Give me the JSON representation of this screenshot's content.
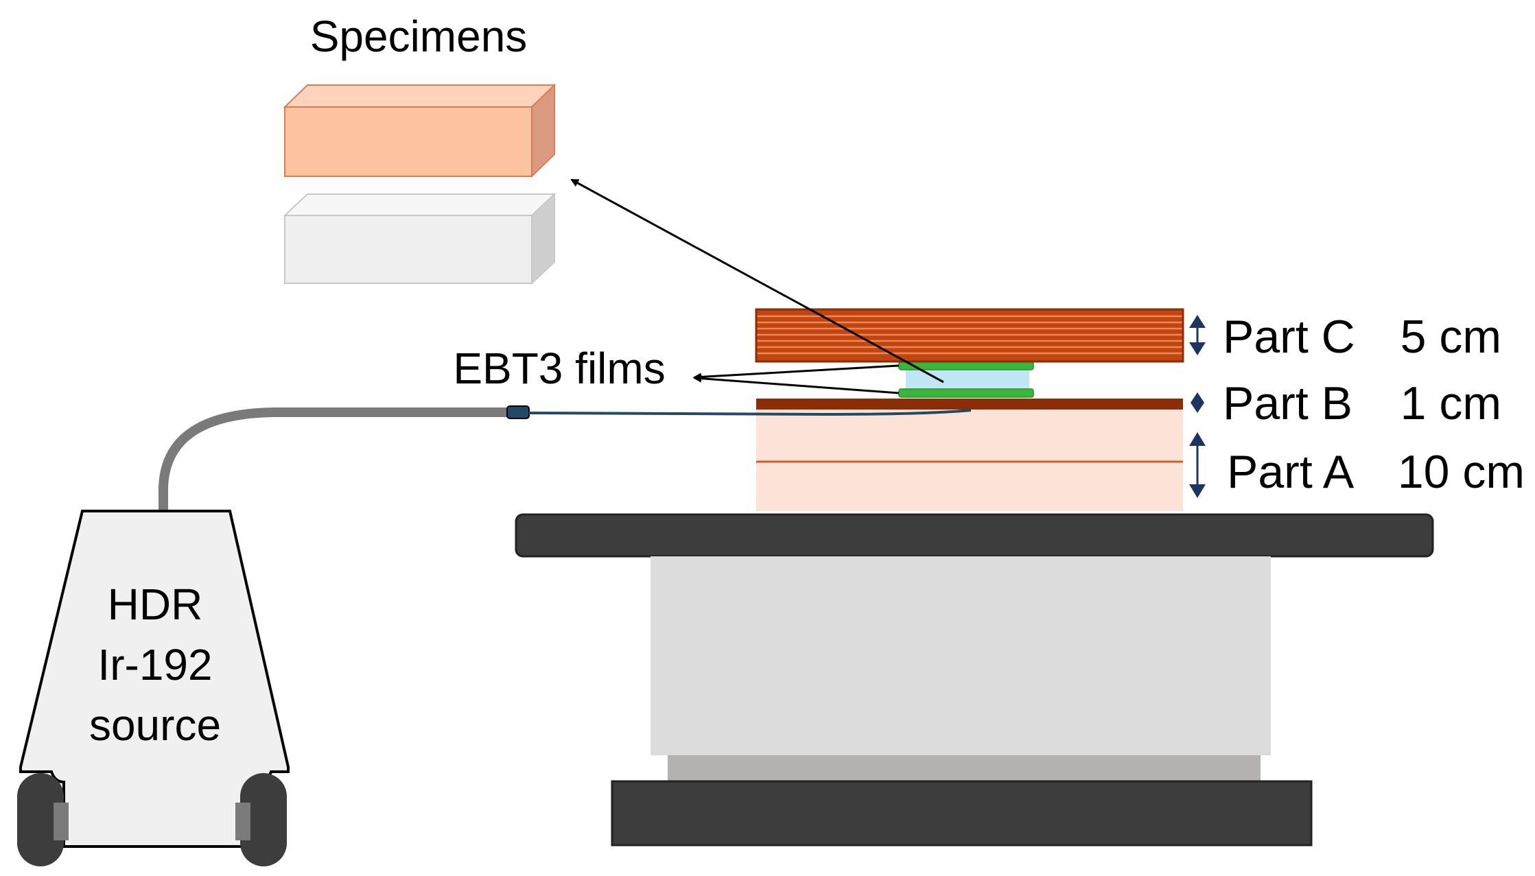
{
  "labels": {
    "specimens": "Specimens",
    "films": "EBT3 films",
    "source_line1": "HDR",
    "source_line2": "Ir-192",
    "source_line3": "source",
    "part_c_name": "Part C",
    "part_c_thickness": "5 cm",
    "part_b_name": "Part B",
    "part_b_thickness": "1 cm",
    "part_a_name": "Part A",
    "part_a_thickness": "10 cm"
  },
  "colors": {
    "specimen_top": "#fcc3a1",
    "specimen_bottom": "#efefef",
    "part_c": "#c1450f",
    "part_b": "#8b2e08",
    "part_a": "#fde3d7",
    "film": "#39b73a",
    "film_gap": "#bfe6f5",
    "cable": "#7a7a7a",
    "catheter": "#214a66",
    "dimension_arrow": "#1d3560",
    "table_top": "#3d3d3d",
    "table_base": "#dcdcdc",
    "source_body": "#f0f0f0"
  }
}
